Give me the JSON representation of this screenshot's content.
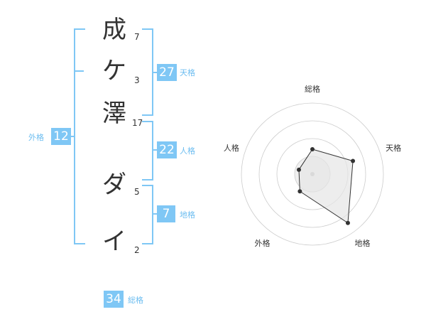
{
  "name": {
    "chars": [
      "成",
      "ケ",
      "澤",
      "ダ",
      "イ"
    ],
    "strokes": [
      "7",
      "3",
      "17",
      "5",
      "2"
    ]
  },
  "fortunes": {
    "tenkaku": {
      "value": "27",
      "label": "天格"
    },
    "jinkaku": {
      "value": "22",
      "label": "人格"
    },
    "chikaku": {
      "value": "7",
      "label": "地格"
    },
    "gaikaku": {
      "value": "12",
      "label": "外格"
    },
    "soukaku": {
      "value": "34",
      "label": "総格"
    }
  },
  "chart_data": {
    "type": "radar",
    "axes": [
      "総格",
      "天格",
      "地格",
      "外格",
      "人格"
    ],
    "values": [
      0.35,
      0.6,
      0.85,
      0.3,
      0.2
    ],
    "rings": 4,
    "colors": {
      "fill": "#e6e6e6",
      "line": "#333333",
      "grid": "#cccccc",
      "accent": "#7fc7f5"
    }
  }
}
